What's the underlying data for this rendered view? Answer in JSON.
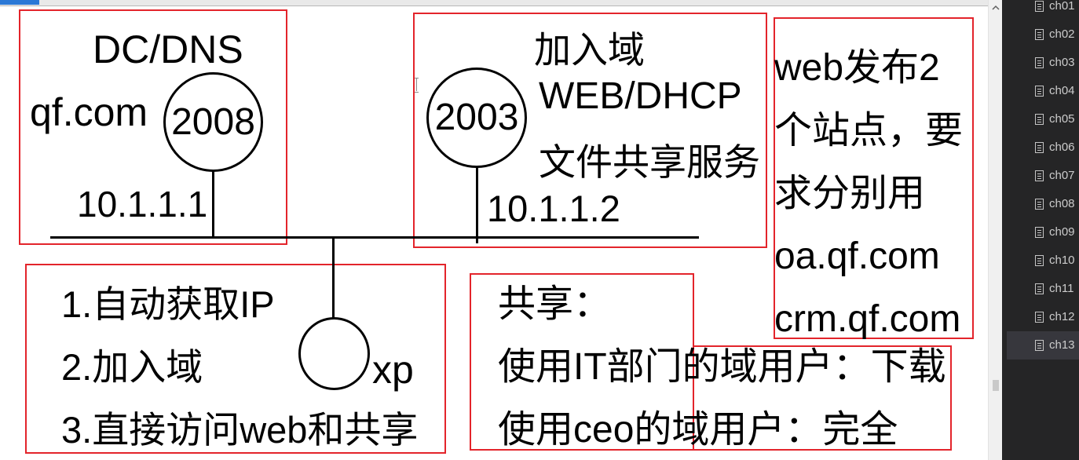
{
  "colors": {
    "annotation_red": "#e3242b",
    "ink": "#000000",
    "canvas": "#ffffff",
    "panel_bg": "#252526",
    "panel_selected": "#37373d",
    "panel_text": "#cccccc",
    "accent": "#2b78d6"
  },
  "diagram": {
    "dc_server": {
      "role": "DC/DNS",
      "domain": "qf.com",
      "os": "2008",
      "ip": "10.1.1.1"
    },
    "member_server": {
      "title": "加入域",
      "os": "2003",
      "service_web": "WEB/DHCP",
      "service_share": "文件共享服务",
      "ip": "10.1.1.2"
    },
    "web_note": [
      "web发布2",
      "个站点，要",
      "求分别用",
      "oa.qf.com",
      "crm.qf.com"
    ],
    "client": {
      "os": "xp"
    },
    "client_steps": [
      "1.自动获取IP",
      "2.加入域",
      "3.直接访问web和共享"
    ],
    "share_note": [
      "共享：",
      "使用IT部门的域用户：下载",
      "使用ceo的域用户：完全"
    ]
  },
  "scrollbar": {
    "up_icon": "chevron-up-icon"
  },
  "file_panel": {
    "item_icon": "file-icon",
    "items": [
      {
        "label": "ch01",
        "selected": false
      },
      {
        "label": "ch02",
        "selected": false
      },
      {
        "label": "ch03",
        "selected": false
      },
      {
        "label": "ch04",
        "selected": false
      },
      {
        "label": "ch05",
        "selected": false
      },
      {
        "label": "ch06",
        "selected": false
      },
      {
        "label": "ch07",
        "selected": false
      },
      {
        "label": "ch08",
        "selected": false
      },
      {
        "label": "ch09",
        "selected": false
      },
      {
        "label": "ch10",
        "selected": false
      },
      {
        "label": "ch11",
        "selected": false
      },
      {
        "label": "ch12",
        "selected": false
      },
      {
        "label": "ch13",
        "selected": true
      }
    ]
  }
}
